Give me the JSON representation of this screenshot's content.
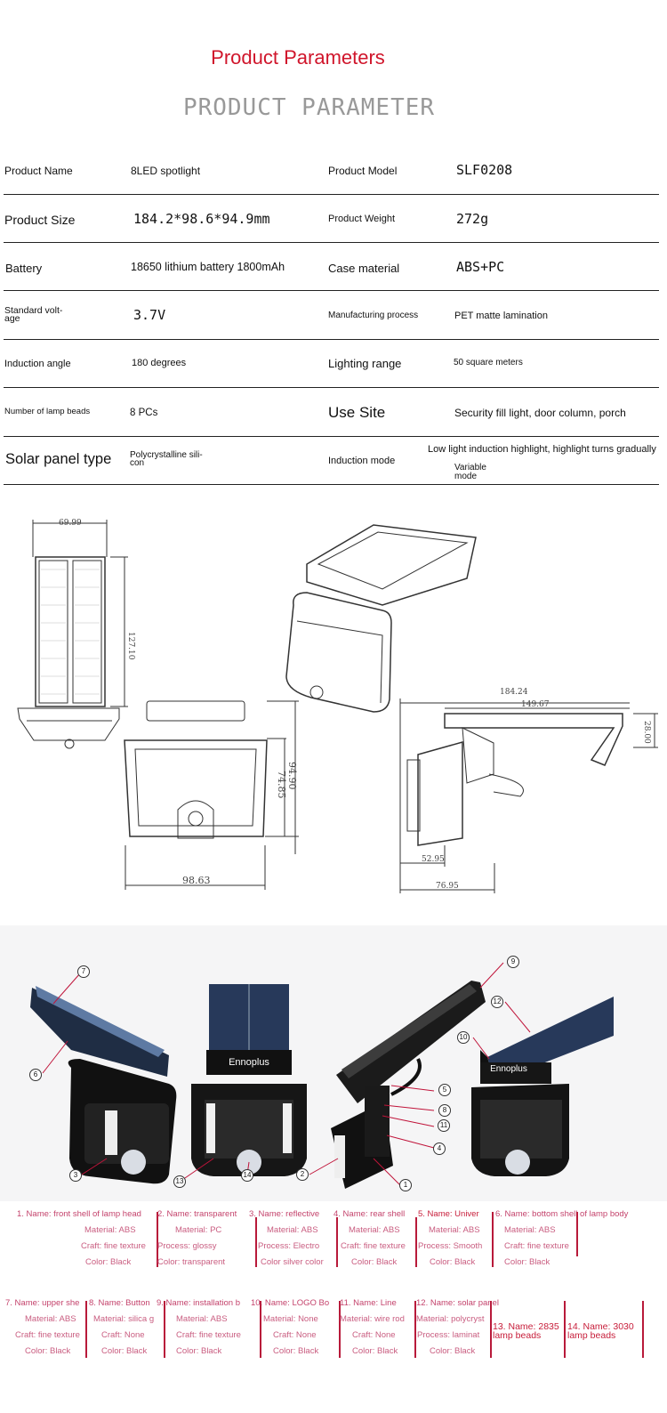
{
  "header": {
    "title": "Product Parameters",
    "subtitle": "PRODUCT PARAMETER"
  },
  "params": {
    "product_name_label": "Product Name",
    "product_name_value": "8LED spotlight",
    "product_model_label": "Product Model",
    "product_model_value": "SLF0208",
    "product_size_label": "Product Size",
    "product_size_value": "184.2*98.6*94.9mm",
    "product_weight_label": "Product Weight",
    "product_weight_value": "272g",
    "battery_label": "Battery",
    "battery_value": "18650 lithium battery 1800mAh",
    "case_material_label": "Case material",
    "case_material_value": "ABS+PC",
    "voltage_label_1": "Standard volt-",
    "voltage_label_2": "age",
    "voltage_value": "3.7V",
    "manufacturing_label": "Manufacturing process",
    "manufacturing_value": "PET matte lamination",
    "induction_angle_label": "Induction angle",
    "induction_angle_value": "180 degrees",
    "lighting_range_label": "Lighting range",
    "lighting_range_value": "50 square meters",
    "lamp_beads_label": "Number of lamp beads",
    "lamp_beads_value": "8 PCs",
    "use_site_label": "Use Site",
    "use_site_value": "Security fill light, door column, porch",
    "solar_panel_label": "Solar panel type",
    "solar_panel_value_1": "Polycrystalline sili-",
    "solar_panel_value_2": "con",
    "induction_mode_label": "Induction mode",
    "induction_mode_value_1": "Low light induction highlight, highlight turns gradually",
    "induction_mode_value_2": "Variable",
    "induction_mode_value_3": "mode"
  },
  "dimensions": {
    "d1": "69.99",
    "d2": "127.10",
    "d3": "74.85",
    "d4": "94.90",
    "d5": "98.63",
    "d6": "184.24",
    "d7": "149.67",
    "d8": "28.00",
    "d9": "52.95",
    "d10": "76.95"
  },
  "photo": {
    "brand1": "Ennoplus",
    "brand2": "Ennoplus",
    "callouts": [
      "7",
      "6",
      "3",
      "13",
      "14",
      "2",
      "1",
      "4",
      "11",
      "8",
      "5",
      "10",
      "12",
      "9"
    ]
  },
  "parts": [
    {
      "name": "1. Name: front shell of lamp head",
      "l1": "Material: ABS",
      "l2": "Craft: fine texture",
      "l3": "Color: Black"
    },
    {
      "name": "2. Name: transparent",
      "l1": "Material: PC",
      "l2": "Process: glossy",
      "l3": "Color: transparent"
    },
    {
      "name": "3. Name: reflective",
      "l1": "Material: ABS",
      "l2": "Process: Electro",
      "l3": "Color silver color"
    },
    {
      "name": "4. Name: rear shell",
      "l1": "Material: ABS",
      "l2": "Craft: fine texture",
      "l3": "Color: Black"
    },
    {
      "name": "5. Name: Univer",
      "l1": "Material: ABS",
      "l2": "Process: Smooth",
      "l3": "Color: Black"
    },
    {
      "name": "6. Name: bottom shell of lamp body",
      "l1": "Material: ABS",
      "l2": "Craft: fine texture",
      "l3": "Color: Black"
    },
    {
      "name": "7. Name: upper she",
      "l1": "Material: ABS",
      "l2": "Craft: fine texture",
      "l3": "Color: Black"
    },
    {
      "name": "8. Name: Button",
      "l1": "Material: silica g",
      "l2": "Craft: None",
      "l3": "Color: Black"
    },
    {
      "name": "9. Name: installation b",
      "l1": "Material: ABS",
      "l2": "Craft: fine texture",
      "l3": "Color: Black"
    },
    {
      "name": "10. Name: LOGO Bo",
      "l1": "Material: None",
      "l2": "Craft: None",
      "l3": "Color: Black"
    },
    {
      "name": "11. Name: Line",
      "l1": "Material: wire rod",
      "l2": "Craft: None",
      "l3": "Color: Black"
    },
    {
      "name": "12. Name: solar panel",
      "l1": "Material: polycryst",
      "l2": "Process: laminat",
      "l3": "Color: Black"
    },
    {
      "name": "13. Name: 2835",
      "l1": "lamp beads"
    },
    {
      "name": "14. Name: 3030",
      "l1": "lamp beads"
    }
  ]
}
